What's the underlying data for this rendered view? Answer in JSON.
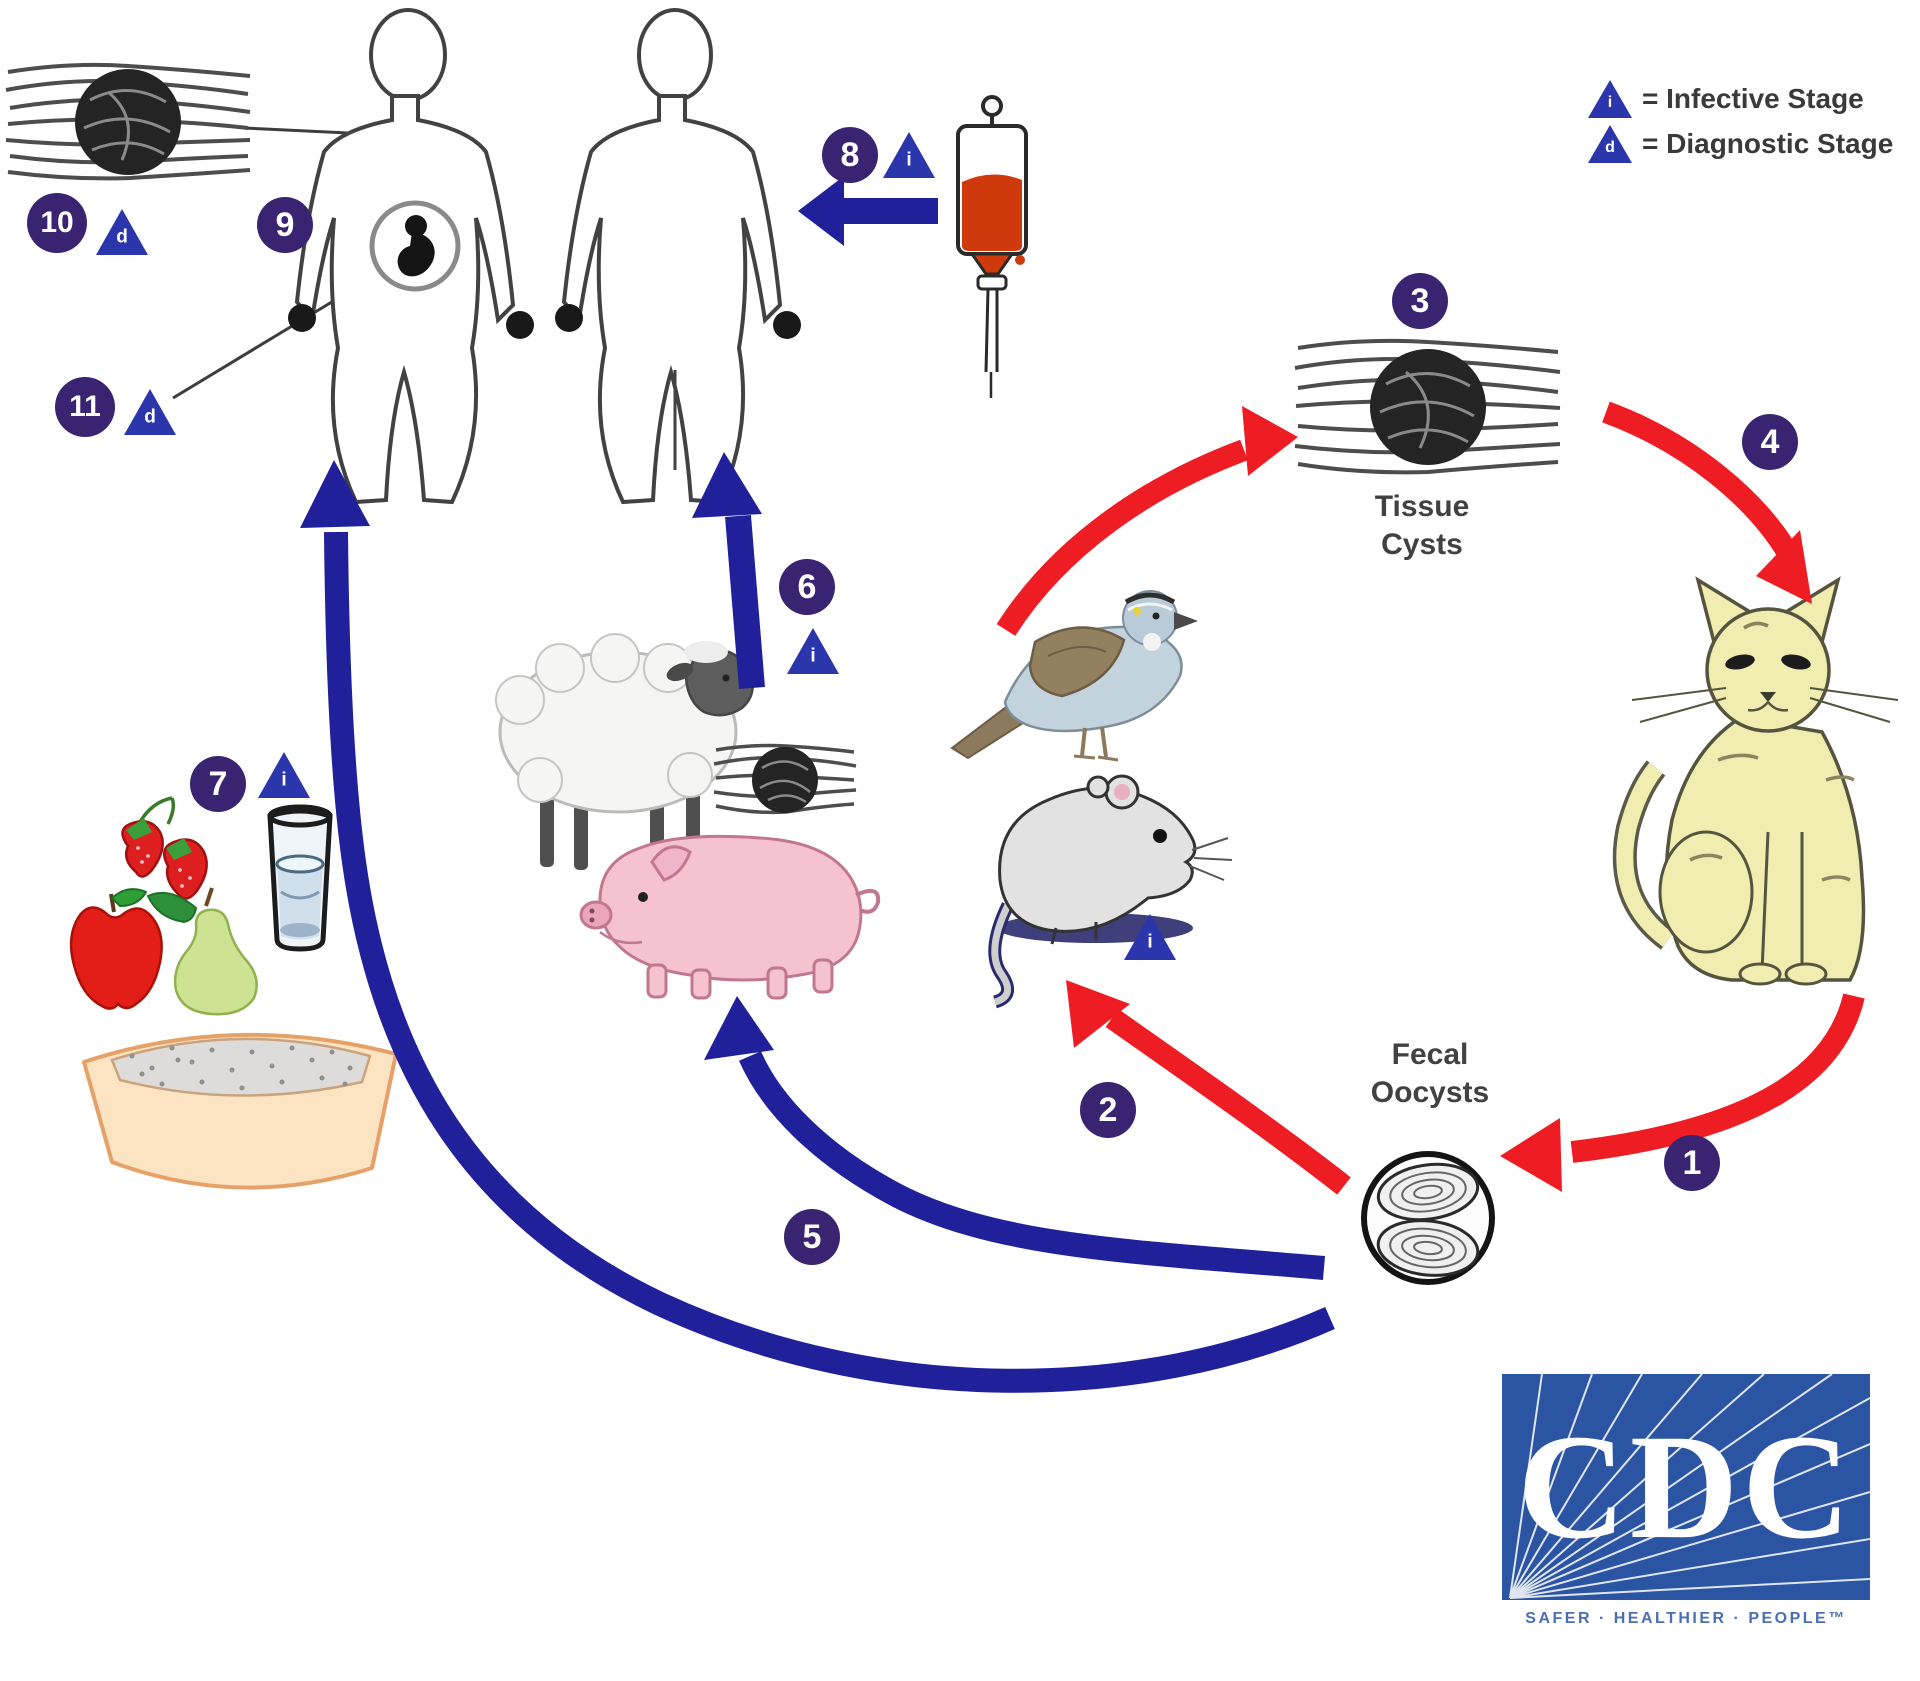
{
  "legend": {
    "infective_label": "= Infective Stage",
    "diagnostic_label": "= Diagnostic Stage"
  },
  "markers": {
    "infective": "i",
    "diagnostic": "d"
  },
  "steps": [
    "1",
    "2",
    "3",
    "4",
    "5",
    "6",
    "7",
    "8",
    "9",
    "10",
    "11"
  ],
  "labels": {
    "tissue_cysts": "Tissue\nCysts",
    "fecal_oocysts": "Fecal\nOocysts"
  },
  "logo": {
    "acronym": "CDC",
    "tagline": "SAFER · HEALTHIER · PEOPLE™"
  },
  "colors": {
    "arrow_red": "#ee1c23",
    "arrow_blue": "#20209b",
    "badge_purple": "#3a2472",
    "triangle_blue": "#2b35ac",
    "cdc_blue": "#2b55a3"
  },
  "icons": {
    "hosts": [
      "human-front-figure",
      "human-back-figure"
    ],
    "animals": [
      "bird-icon",
      "mouse-icon",
      "cat-icon",
      "sheep-icon",
      "pig-icon"
    ],
    "objects": [
      "blood-bag-icon",
      "litter-box-icon",
      "apple-icon",
      "pear-icon",
      "strawberries-icon",
      "water-glass-icon"
    ],
    "parasite_stages": [
      "tissue-cyst-icon",
      "fecal-oocyst-icon"
    ]
  }
}
